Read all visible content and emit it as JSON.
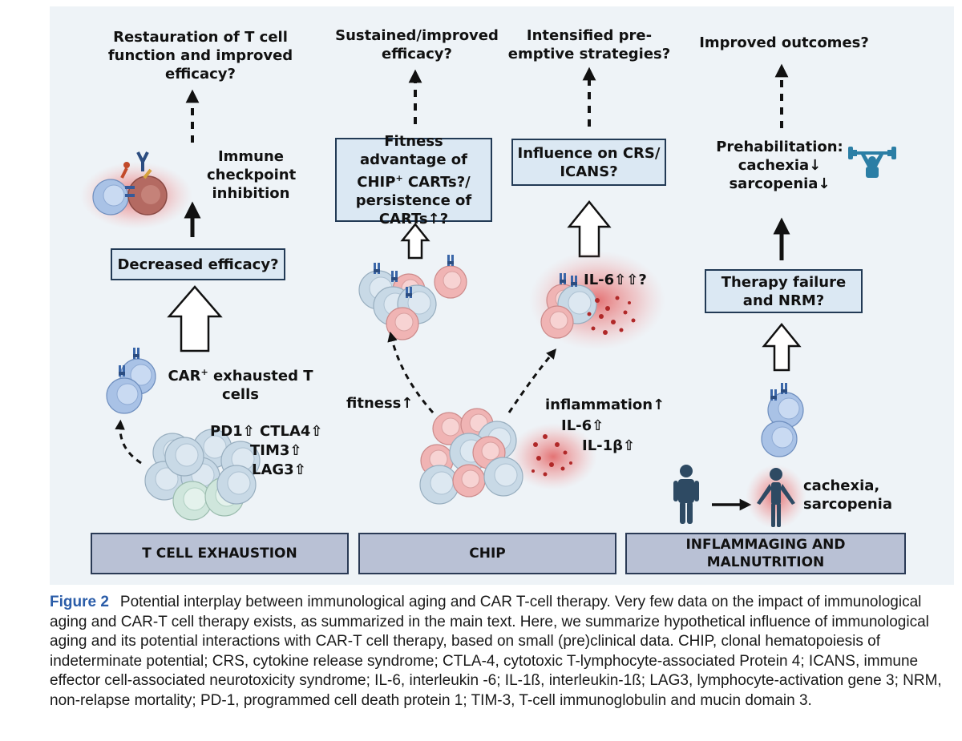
{
  "sections": {
    "exhaustion": "T CELL EXHAUSTION",
    "chip": "CHIP",
    "inflammaging": "INFLAMMAGING AND MALNUTRITION"
  },
  "left": {
    "outcome": "Restauration of T cell function and improved efficacy?",
    "checkpoint": "Immune checkpoint inhibition",
    "box": "Decreased efficacy?",
    "car_label_a": "CAR",
    "car_label_sup": "+",
    "car_label_b": " exhausted T cells",
    "markers": [
      "PD1⇧ CTLA4⇧",
      "TIM3⇧",
      "LAG3⇧"
    ]
  },
  "middle": {
    "outcome_left": "Sustained/improved efficacy?",
    "box_left_a": "Fitness advantage of CHIP",
    "box_left_sup": "+",
    "box_left_b": " CARTs?/ persistence of CARTs↑?",
    "fitness": "fitness↑",
    "outcome_right": "Intensified pre-emptive strategies?",
    "box_right": "Influence on CRS/ ICANS?",
    "il6_cell": "IL-6⇧⇧?",
    "inflammation": "inflammation↑",
    "il6": "IL-6⇧",
    "il1b": "IL-1β⇧"
  },
  "right": {
    "outcome": "Improved outcomes?",
    "prehab": "Prehabilitation: cachexia↓ sarcopenia↓",
    "box": "Therapy failure and NRM?",
    "cachexia": "cachexia, sarcopenia"
  },
  "caption": {
    "label": "Figure 2",
    "text": "Potential interplay between immunological aging and CAR T-cell therapy. Very few data on the impact of immunological aging and CAR-T cell therapy exists, as summarized in the main text. Here, we summarize hypothetical influence of immunological aging and its potential interactions with CAR-T cell therapy, based on small (pre)clinical data. CHIP, clonal hematopoiesis of indeterminate potential; CRS, cytokine release syndrome; CTLA-4, cytotoxic T-lymphocyte-associated Protein 4; ICANS, immune effector cell-associated neurotoxicity syndrome; IL-6, interleukin -6; IL-1ß, interleukin-1ß; LAG3, lymphocyte-activation gene 3; NRM, non-relapse mortality; PD-1, programmed cell death protein 1; TIM-3, T-cell immunoglobulin and mucin domain 3."
  },
  "colors": {
    "panel": "#eef3f7",
    "box_fill": "#dbe8f3",
    "section_fill": "#b9c1d5",
    "cell_blue": "#a9c2e6",
    "cell_pink": "#f0b4b4",
    "cell_green": "#cfe6dc",
    "glow_red": "#e04848",
    "caption_label": "#2a5ca8"
  },
  "icons": [
    "t-cell-icon",
    "tumor-cell-icon",
    "antibody-icon",
    "car-receptor-icon",
    "cytokine-dots-icon",
    "person-icon",
    "weightlifter-icon"
  ]
}
